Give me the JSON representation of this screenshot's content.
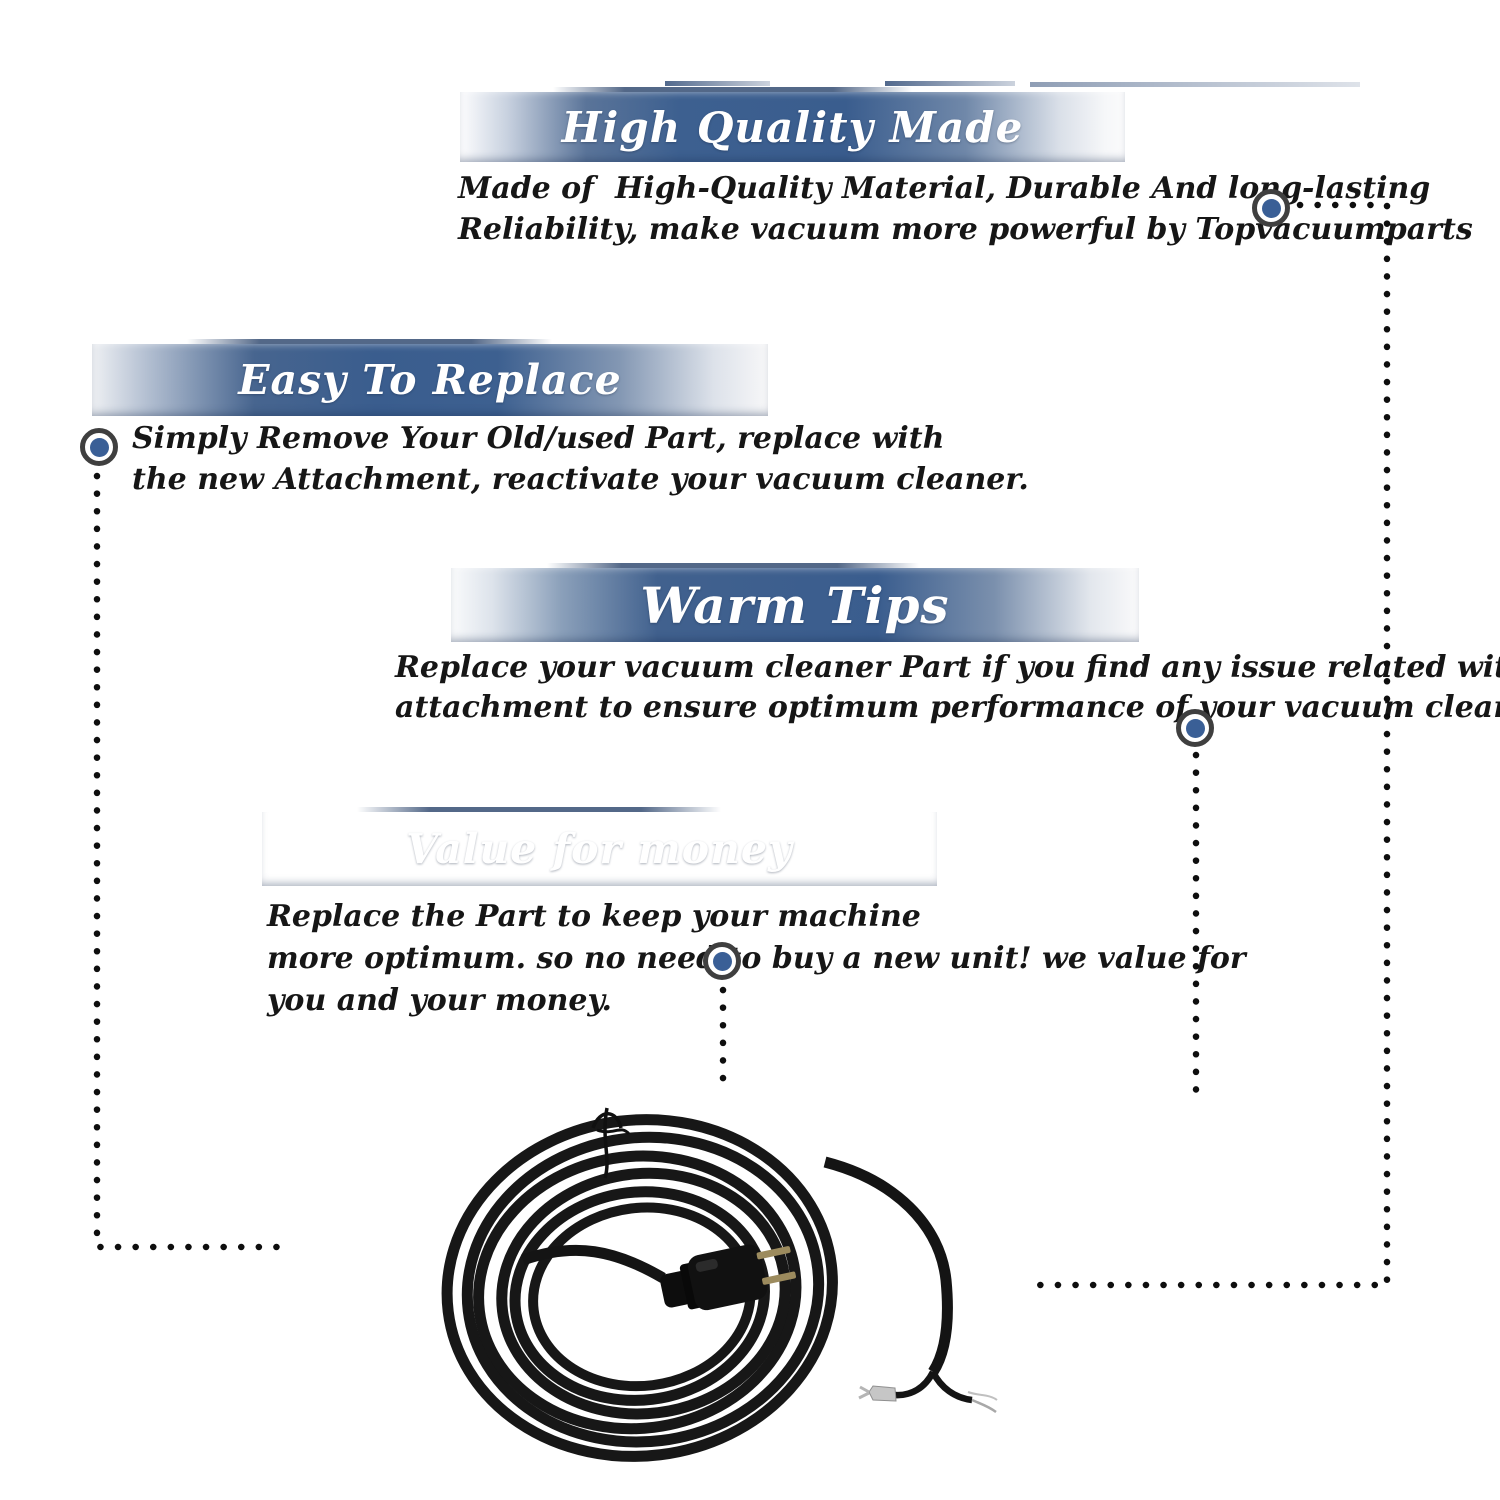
{
  "colors": {
    "banner_blue": "#3d6090",
    "marker_fill": "#3a5f96",
    "marker_ring": "#3f3f3f",
    "dot_color": "#0e0e0e",
    "body_text": "#161616",
    "banner_text": "#ffffff"
  },
  "sections": [
    {
      "title": "High Quality Made",
      "lines": [
        "Made of  High-Quality Material, Durable And long-lasting",
        "Reliability, make vacuum more powerful by Topvacuumparts"
      ]
    },
    {
      "title": "Easy To Replace",
      "lines": [
        "Simply Remove Your Old/used Part, replace with",
        "the new Attachment, reactivate your vacuum cleaner."
      ]
    },
    {
      "title": "Warm Tips",
      "lines": [
        "Replace your vacuum cleaner Part if you find any issue related with",
        "attachment to ensure optimum performance of your vacuum cleaner."
      ]
    },
    {
      "title": "Value for money",
      "lines": [
        "Replace the Part to keep your machine",
        "more optimum. so no need to buy a new unit! we value for",
        "you and your money."
      ]
    }
  ],
  "product": {
    "label": "black coiled vacuum power cord with two-prong plug and stripped wire ends"
  }
}
